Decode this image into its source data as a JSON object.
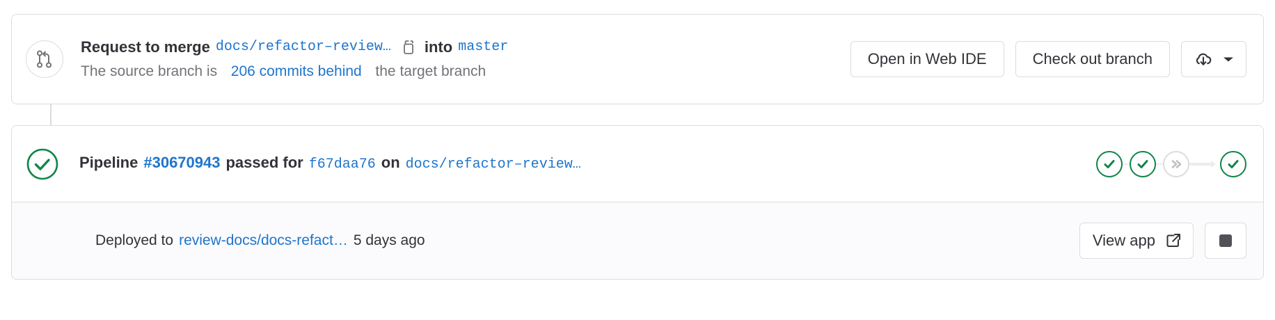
{
  "merge_request": {
    "icon": "merge-request-icon",
    "title_prefix": "Request to merge",
    "source_branch": "docs/refactor–review…",
    "copy_icon": "copy-icon",
    "into_label": "into",
    "target_branch": "master",
    "behind_prefix": "The source branch is",
    "behind_link": "206 commits behind",
    "behind_suffix": "the target branch",
    "actions": {
      "web_ide_label": "Open in Web IDE",
      "checkout_label": "Check out branch",
      "download_icon": "cloud-download-icon",
      "dropdown_icon": "chevron-down-icon"
    }
  },
  "pipeline": {
    "status_icon": "status-success-icon",
    "prefix": "Pipeline",
    "id": "#30670943",
    "result": "passed for",
    "commit_sha": "f67daa76",
    "on_label": "on",
    "branch": "docs/refactor–review…",
    "stages": [
      {
        "name": "stage-success-1",
        "status": "success",
        "icon": "check-icon"
      },
      {
        "name": "stage-success-2",
        "status": "success",
        "icon": "check-icon"
      },
      {
        "name": "stage-skipped",
        "status": "skipped",
        "icon": "double-chevron-right-icon"
      },
      {
        "name": "stage-success-3",
        "status": "success",
        "icon": "check-icon"
      }
    ]
  },
  "deployment": {
    "prefix": "Deployed to",
    "environment": "review-docs/docs-refact…",
    "timestamp": "5 days ago",
    "view_app_label": "View app",
    "external_link_icon": "external-link-icon",
    "stop_icon": "stop-square-icon"
  },
  "colors": {
    "link": "#1f75cb",
    "success": "#108548",
    "border": "#dcdcde",
    "muted_text": "#737278",
    "text": "#333238",
    "footer_bg": "#fbfafd"
  }
}
